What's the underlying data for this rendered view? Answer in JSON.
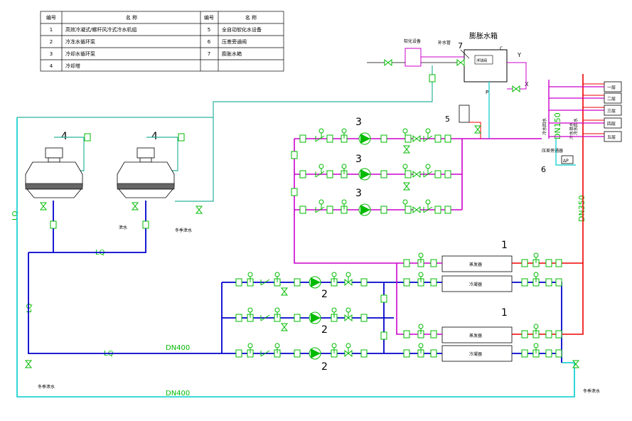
{
  "legend": {
    "headers": [
      "编号",
      "名  称",
      "编号",
      "名  称"
    ],
    "rows": [
      [
        "1",
        "高效冷凝式/螺杆风冷式冷水机组",
        "5",
        "全自动软化水设备"
      ],
      [
        "2",
        "冷冻水循环泵",
        "6",
        "压差旁通阀"
      ],
      [
        "3",
        "冷却水循环泵",
        "7",
        "膨胀水箱"
      ],
      [
        "4",
        "冷却塔",
        "",
        ""
      ]
    ]
  },
  "labels": {
    "expansion_tank": "膨胀水箱",
    "softener": "软化设备",
    "makeup": "补水管",
    "float_valve": "浮球阀",
    "pipe_letter_y": "Y",
    "pipe_letter_x": "X",
    "pipe_letter_p": "P",
    "pipe_letter_c": "C",
    "supply_return": "冷水回水",
    "supply_main": "冷水供水",
    "dn150": "DN150",
    "dn350": "DN350",
    "dn400_a": "DN400",
    "dn400_b": "DN400",
    "bypass": "压差旁通器",
    "bypass_box": "ΔP",
    "lq": "LQ",
    "drain": "泄水",
    "winter_drain": "冬季泄水",
    "evaporator": "蒸发器",
    "condenser": "冷凝器",
    "floors": [
      "一层",
      "二层",
      "三层",
      "四层",
      "五层"
    ],
    "num1": "1",
    "num2": "2",
    "num3": "3",
    "num4": "4",
    "num5": "5",
    "num6": "6",
    "num7": "7"
  },
  "colors": {
    "cooling_supply": "#00cccc",
    "chilled_return": "#0000cc",
    "condenser_loop": "#cc00cc",
    "chilled_supply": "#ee0000",
    "cyan_makeup": "#2bb39b",
    "component": "#00bb00",
    "annotation": "#000000"
  }
}
